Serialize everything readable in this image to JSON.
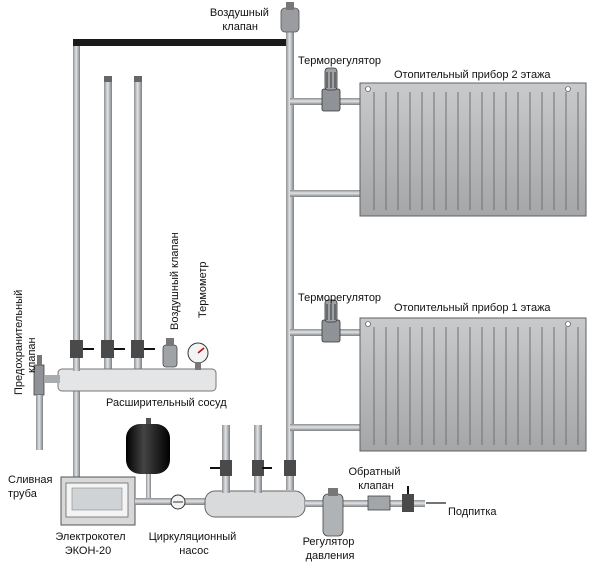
{
  "labels": {
    "air_valve_top": [
      "Воздушный",
      "клапан"
    ],
    "thermo_regulator_2": "Терморегулятор",
    "radiator_2": "Отопительный прибор 2 этажа",
    "thermo_regulator_1": "Терморегулятор",
    "radiator_1": "Отопительный прибор 1 этажа",
    "safety_valve": [
      "Предохранительный",
      "клапан"
    ],
    "air_valve_side": "Воздушный клапан",
    "thermometer": "Термометр",
    "expansion_vessel": "Расширительный сосуд",
    "drain_pipe": [
      "Сливная",
      "труба"
    ],
    "boiler": [
      "Электрокотел",
      "ЭКОН-20"
    ],
    "pump": [
      "Циркуляционный",
      "насос"
    ],
    "pressure_regulator": [
      "Регулятор",
      "давления"
    ],
    "check_valve": [
      "Обратный",
      "клапан"
    ],
    "makeup": "Подпитка"
  },
  "colors": {
    "radiator": "#b3b4b6",
    "pipe": "#b9bcbf",
    "top_main": "#1a1a1a",
    "vessel": "#1c1c1c",
    "boiler_panel": "#d8d8d8"
  },
  "icons": {
    "valve": "ball-valve-icon",
    "thermometer": "thermometer-icon",
    "pump": "pump-icon",
    "air_valve": "air-valve-icon"
  }
}
